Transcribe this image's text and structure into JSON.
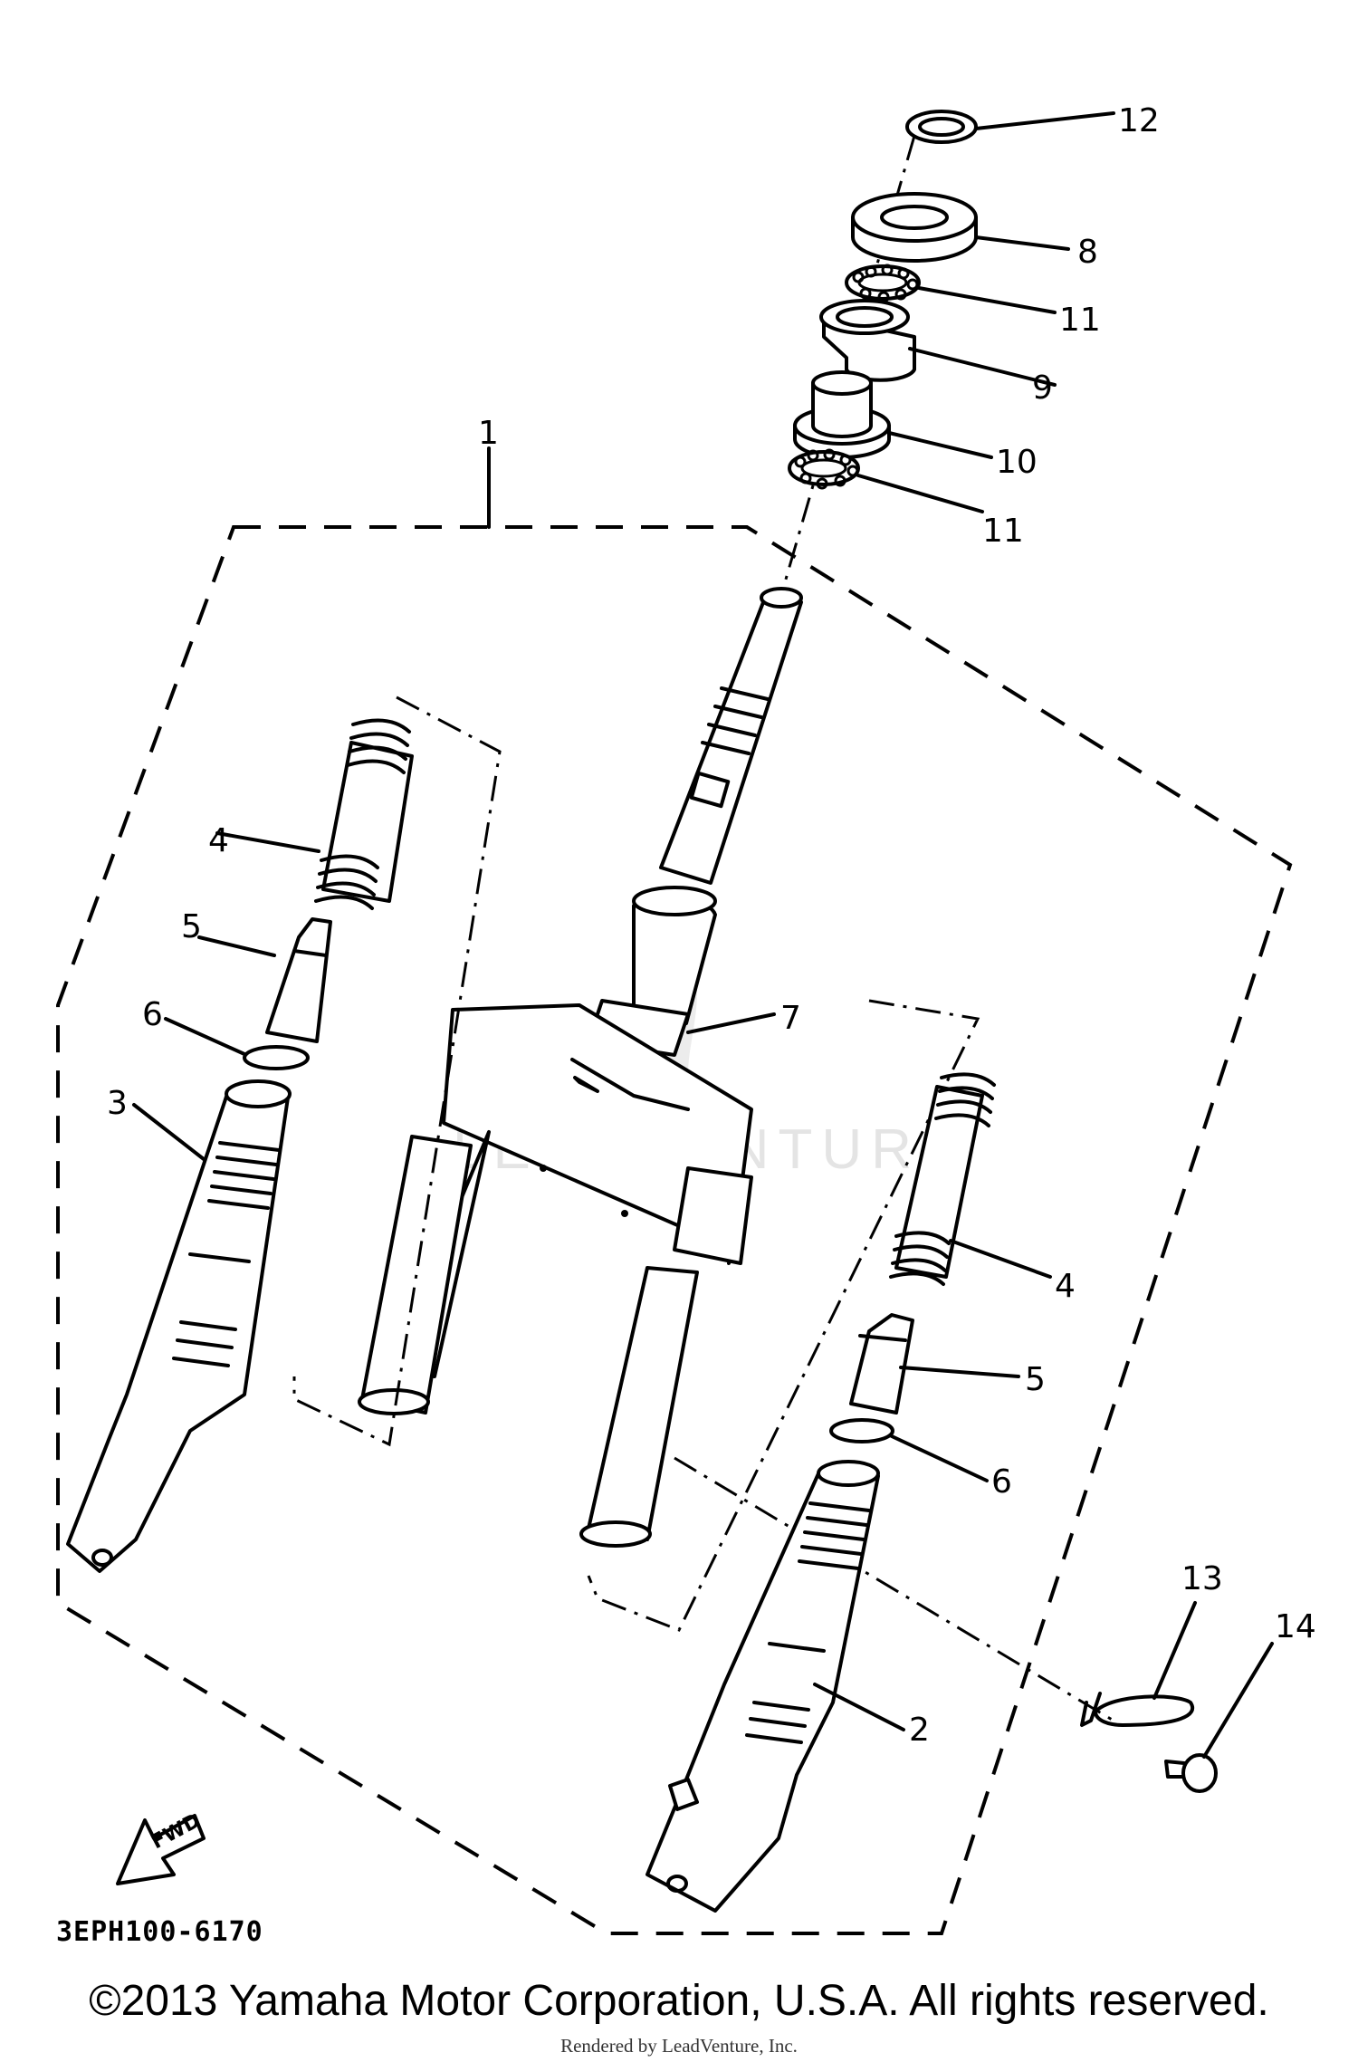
{
  "diagram": {
    "part_code": "3EPH100-6170",
    "fwd_label": "FWD",
    "watermark": "LEADVENTURE",
    "callouts": {
      "c1": "1",
      "c2": "2",
      "c3": "3",
      "c4a": "4",
      "c4b": "4",
      "c5a": "5",
      "c5b": "5",
      "c6a": "6",
      "c6b": "6",
      "c7": "7",
      "c8": "8",
      "c9": "9",
      "c10": "10",
      "c11a": "11",
      "c11b": "11",
      "c12": "12",
      "c13": "13",
      "c14": "14"
    }
  },
  "footer": {
    "copyright": "©2013 Yamaha Motor Corporation, U.S.A. All rights reserved.",
    "rendered_by": "Rendered by LeadVenture, Inc."
  }
}
